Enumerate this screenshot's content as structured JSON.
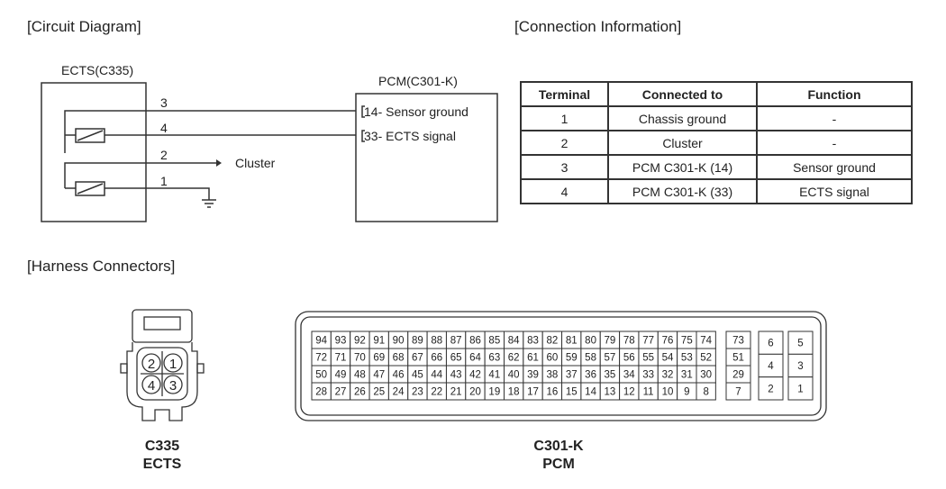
{
  "sections": {
    "circuit_diagram": "[Circuit Diagram]",
    "connection_information": "[Connection Information]",
    "harness_connectors": "[Harness Connectors]"
  },
  "circuit": {
    "sensor_box_label": "ECTS(C335)",
    "pcm_box_label": "PCM(C301-K)",
    "wire_numbers": [
      "3",
      "4",
      "2",
      "1"
    ],
    "pcm_pins": [
      {
        "pin": "14",
        "suffix": "- Sensor ground"
      },
      {
        "pin": "33",
        "suffix": "- ECTS signal"
      }
    ],
    "cluster_label": "Cluster"
  },
  "connection_table": {
    "headers": [
      "Terminal",
      "Connected to",
      "Function"
    ],
    "rows": [
      [
        "1",
        "Chassis ground",
        "-"
      ],
      [
        "2",
        "Cluster",
        "-"
      ],
      [
        "3",
        "PCM C301-K (14)",
        "Sensor ground"
      ],
      [
        "4",
        "PCM C301-K (33)",
        "ECTS signal"
      ]
    ]
  },
  "connectors": {
    "ects": {
      "code": "C335",
      "name": "ECTS",
      "pins": [
        "2",
        "1",
        "4",
        "3"
      ]
    },
    "pcm": {
      "code": "C301-K",
      "name": "PCM",
      "main_rows": [
        [
          "94",
          "93",
          "92",
          "91",
          "90",
          "89",
          "88",
          "87",
          "86",
          "85",
          "84",
          "83",
          "82",
          "81",
          "80",
          "79",
          "78",
          "77",
          "76",
          "75",
          "74"
        ],
        [
          "72",
          "71",
          "70",
          "69",
          "68",
          "67",
          "66",
          "65",
          "64",
          "63",
          "62",
          "61",
          "60",
          "59",
          "58",
          "57",
          "56",
          "55",
          "54",
          "53",
          "52"
        ],
        [
          "50",
          "49",
          "48",
          "47",
          "46",
          "45",
          "44",
          "43",
          "42",
          "41",
          "40",
          "39",
          "38",
          "37",
          "36",
          "35",
          "34",
          "33",
          "32",
          "31",
          "30"
        ],
        [
          "28",
          "27",
          "26",
          "25",
          "24",
          "23",
          "22",
          "21",
          "20",
          "19",
          "18",
          "17",
          "16",
          "15",
          "14",
          "13",
          "12",
          "11",
          "10",
          "9",
          "8"
        ]
      ],
      "side_column": [
        "73",
        "51",
        "29",
        "7"
      ],
      "power_left": [
        "6",
        "4",
        "2"
      ],
      "power_right": [
        "5",
        "3",
        "1"
      ]
    }
  }
}
